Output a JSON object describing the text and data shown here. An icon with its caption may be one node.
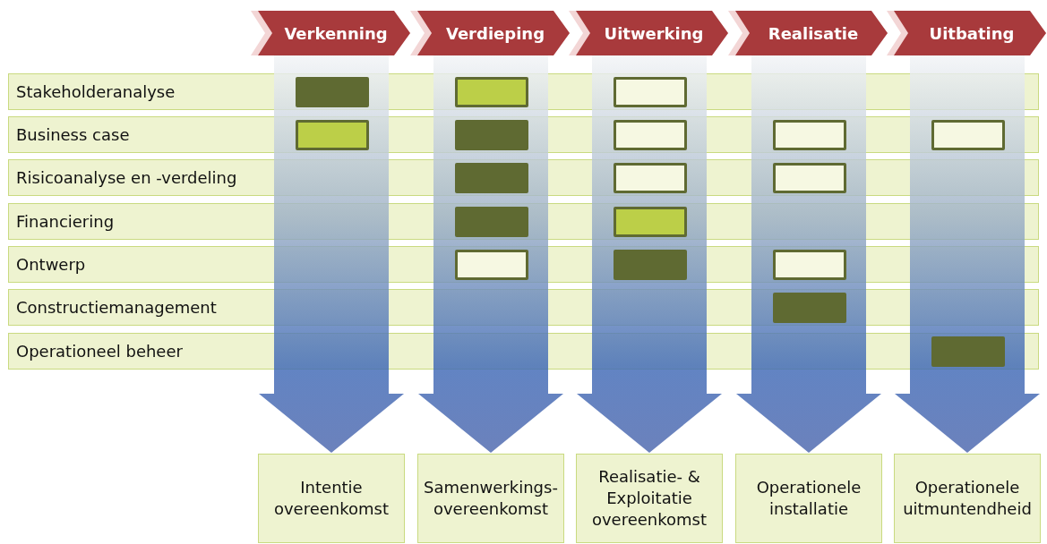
{
  "diagram": {
    "nodes": [
      {
        "text": [
          "Verkenning"
        ]
      },
      {
        "text": [
          "Verdieping"
        ]
      },
      {
        "text": [
          "Uitwerking"
        ]
      },
      {
        "text": [
          "Realisatie"
        ]
      },
      {
        "text": [
          "Uitbating"
        ]
      },
      {
        "text": [
          "Stakeholderanalyse"
        ]
      },
      {
        "text": [],
        "shape": "box",
        "in": 5
      },
      {
        "text": [],
        "shape": "box",
        "in": 5
      },
      {
        "text": [],
        "shape": "box",
        "in": 5
      },
      {
        "text": [
          "Business case"
        ]
      },
      {
        "text": [],
        "shape": "box",
        "in": 9
      },
      {
        "text": [],
        "shape": "box",
        "in": 9
      },
      {
        "text": [],
        "shape": "box",
        "in": 9
      },
      {
        "text": [],
        "shape": "box",
        "in": 9
      },
      {
        "text": [],
        "shape": "box",
        "in": 9
      },
      {
        "text": [
          "Risicoanalyse en -verdeling"
        ]
      },
      {
        "text": [],
        "shape": "box",
        "in": 15
      },
      {
        "text": [],
        "shape": "box",
        "in": 15
      },
      {
        "text": [],
        "shape": "box",
        "in": 15
      },
      {
        "text": [
          "Financiering"
        ]
      },
      {
        "text": [],
        "shape": "box",
        "in": 19
      },
      {
        "text": [],
        "shape": "box",
        "in": 19
      },
      {
        "text": [
          "Ontwerp"
        ]
      },
      {
        "text": [],
        "shape": "box",
        "in": 22
      },
      {
        "text": [],
        "shape": "box",
        "in": 22
      },
      {
        "text": [],
        "shape": "box",
        "in": 22
      },
      {
        "text": [
          "Constructiemanagement"
        ]
      },
      {
        "text": [],
        "shape": "box",
        "in": 26
      },
      {
        "text": [
          "Operationeel beheer"
        ]
      },
      {
        "text": [],
        "shape": "box",
        "in": 28
      },
      {
        "text": [
          "Intentie overeenkomst"
        ]
      },
      {
        "text": [
          "Samenwerkings- overeenkomst"
        ]
      },
      {
        "text": [
          "Realisatie- & Exploitatie overeenkomst"
        ]
      },
      {
        "text": [
          "Operationele installatie"
        ]
      },
      {
        "text": [
          "Operationele uitmuntendheid"
        ]
      }
    ],
    "edges": [
      {
        "from": 0,
        "to": 30,
        "arrow": "to",
        "style": "thick"
      },
      {
        "from": 1,
        "to": 31,
        "arrow": "to",
        "style": "thick"
      },
      {
        "from": 2,
        "to": 32,
        "arrow": "to",
        "style": "thick"
      },
      {
        "from": 3,
        "to": 33,
        "arrow": "to",
        "style": "thick"
      },
      {
        "from": 4,
        "to": 34,
        "arrow": "to",
        "style": "thick"
      }
    ]
  }
}
